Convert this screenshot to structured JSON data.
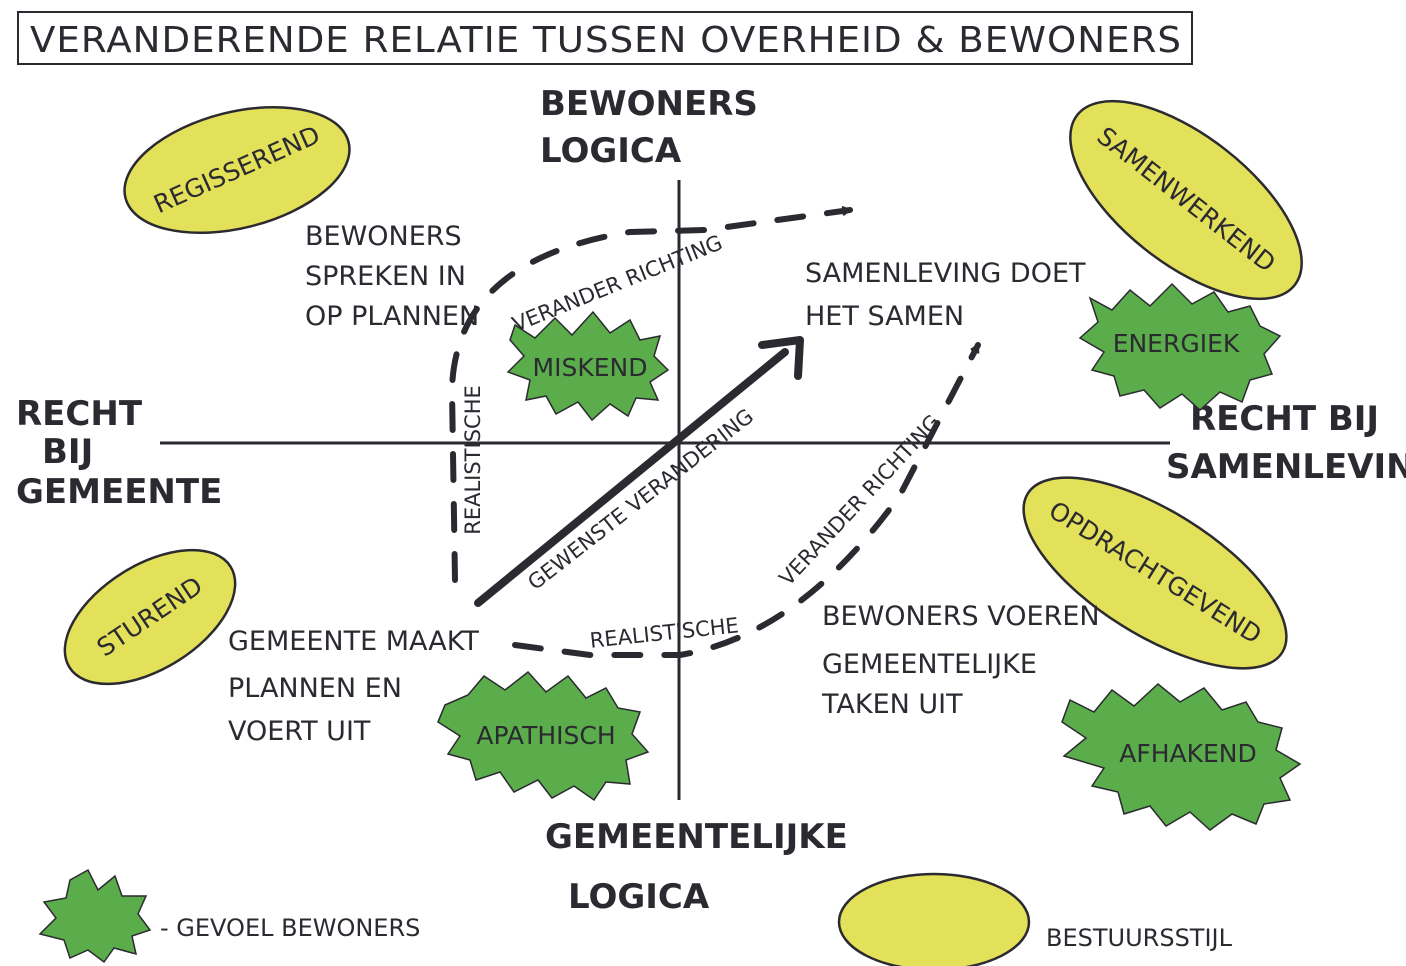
{
  "title": "VERANDERENDE RELATIE TUSSEN OVERHEID & BEWONERS",
  "axes": {
    "top": [
      "BEWONERS",
      "LOGICA"
    ],
    "bottom": [
      "GEMEENTELIJKE",
      "LOGICA"
    ],
    "left": [
      "RECHT",
      "BIJ",
      "GEMEENTE"
    ],
    "right": [
      "RECHT BIJ",
      "SAMENLEVING"
    ]
  },
  "quadrant_notes": {
    "top_left": [
      "BEWONERS",
      "SPREKEN IN",
      "OP PLANNEN"
    ],
    "top_right": [
      "SAMENLEVING DOET",
      "HET SAMEN"
    ],
    "bottom_left": [
      "GEMEENTE MAAKT",
      "PLANNEN EN",
      "VOERT UIT"
    ],
    "bottom_right": [
      "BEWONERS VOEREN",
      "GEMEENTELIJKE",
      "TAKEN UIT"
    ]
  },
  "path_labels": {
    "desired": "GEWENSTE VERANDERING",
    "realistic_upper_vertical": "REALISTISCHE",
    "realistic_upper_curve": "VERANDER RICHTING",
    "realistic_lower_horizontal": "REALISTISCHE",
    "realistic_lower_curve": "VERANDER RICHTING"
  },
  "governance_styles": [
    "REGISSEREND",
    "SAMENWERKEND",
    "STUREND",
    "OPDRACHTGEVEND"
  ],
  "resident_feelings": [
    "MISKEND",
    "ENERGIEK",
    "APATHISCH",
    "AFHAKEND"
  ],
  "legend": {
    "feeling": "- GEVOEL BEWONERS",
    "style": "BESTUURSSTIJL"
  },
  "colors": {
    "governance_style_fill": "#e3e05a",
    "resident_feeling_fill": "#5aad4a",
    "ink": "#2a2a30"
  }
}
